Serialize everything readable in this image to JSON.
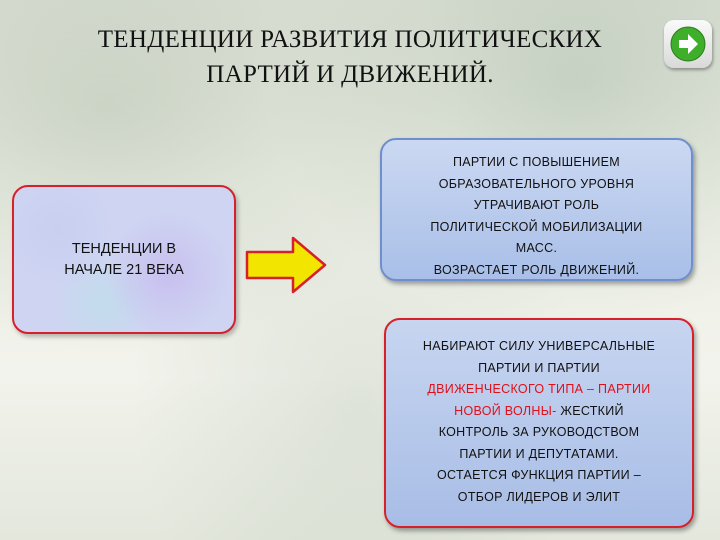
{
  "slide": {
    "title_line1": "ТЕНДЕНЦИИ РАЗВИТИЯ  ПОЛИТИЧЕСКИХ",
    "title_line2": "ПАРТИЙ И ДВИЖЕНИЙ."
  },
  "left_box": {
    "line1": "ТЕНДЕНЦИИ  В",
    "line2": "НАЧАЛЕ 21 ВЕКА"
  },
  "top_box": {
    "lines": [
      "ПАРТИИ С ПОВЫШЕНИЕМ",
      "ОБРАЗОВАТЕЛЬНОГО УРОВНЯ",
      "УТРАЧИВАЮТ РОЛЬ",
      "ПОЛИТИЧЕСКОЙ  МОБИЛИЗАЦИИ",
      "МАСС.",
      "ВОЗРАСТАЕТ РОЛЬ  ДВИЖЕНИЙ."
    ]
  },
  "bottom_box": {
    "line1": "НАБИРАЮТ СИЛУ  УНИВЕРСАЛЬНЫЕ",
    "line2": "ПАРТИИ  И ПАРТИИ",
    "line3_red": "ДВИЖЕНЧЕСКОГО ТИПА – ПАРТИИ",
    "line4_red": "НОВОЙ ВОЛНЫ-",
    "line4_rest": " ЖЕСТКИЙ",
    "line5": "КОНТРОЛЬ  ЗА РУКОВОДСТВОМ",
    "line6": "ПАРТИИ И  ДЕПУТАТАМИ.",
    "line7": "ОСТАЕТСЯ ФУНКЦИЯ ПАРТИИ –",
    "line8": "ОТБОР ЛИДЕРОВ И ЭЛИТ"
  },
  "colors": {
    "accent_red": "#e0101a",
    "box_blue": "#a9bfe8",
    "arrow_yellow": "#f2e600",
    "nav_green": "#3fae2a"
  },
  "icons": {
    "next": "next-arrow-icon",
    "flow": "right-arrow-icon"
  }
}
